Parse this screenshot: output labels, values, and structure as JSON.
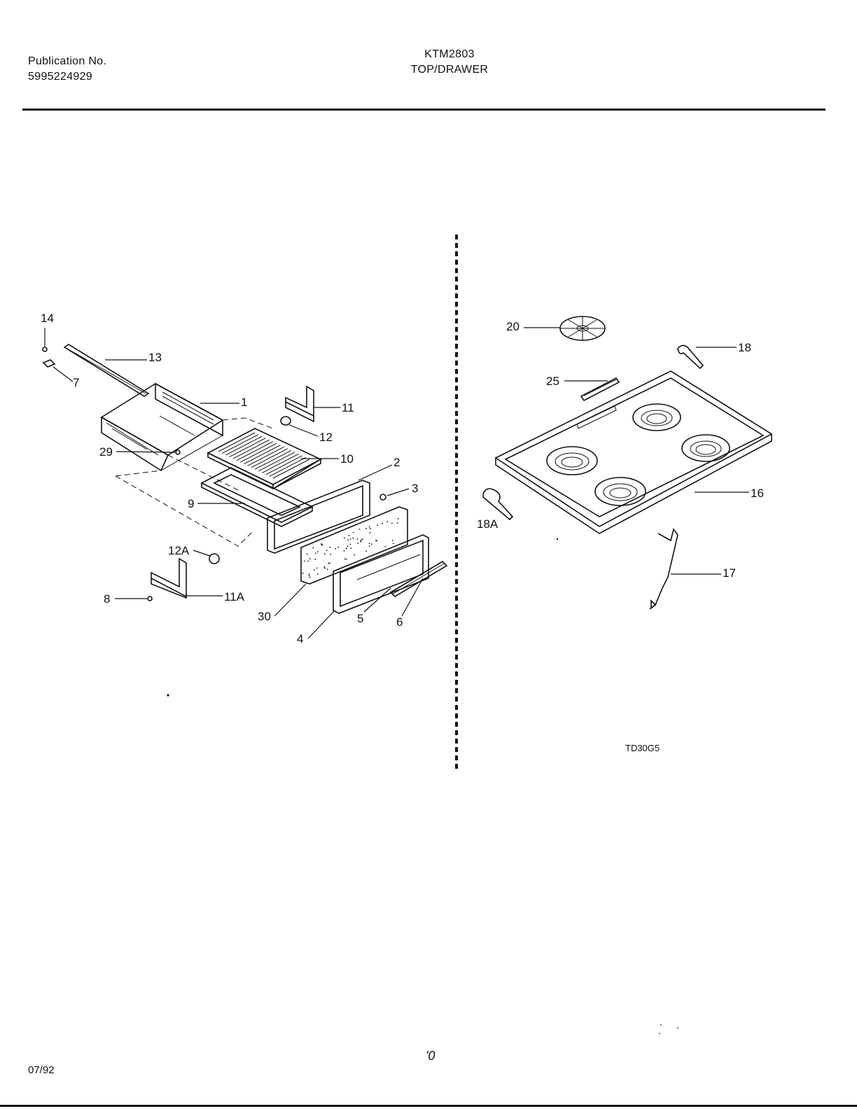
{
  "header": {
    "publication_label": "Publication No.",
    "publication_number": "5995224929",
    "model": "KTM2803",
    "section": "TOP/DRAWER"
  },
  "diagram": {
    "drawing_code": "TD30G5",
    "left_callouts": [
      "14",
      "13",
      "7",
      "1",
      "11",
      "12",
      "29",
      "10",
      "2",
      "3",
      "9",
      "12A",
      "8",
      "11A",
      "30",
      "5",
      "6",
      "4"
    ],
    "right_callouts": [
      "20",
      "18",
      "25",
      "16",
      "18A",
      "17"
    ]
  },
  "footer": {
    "date": "07/92",
    "mark": "'0"
  }
}
